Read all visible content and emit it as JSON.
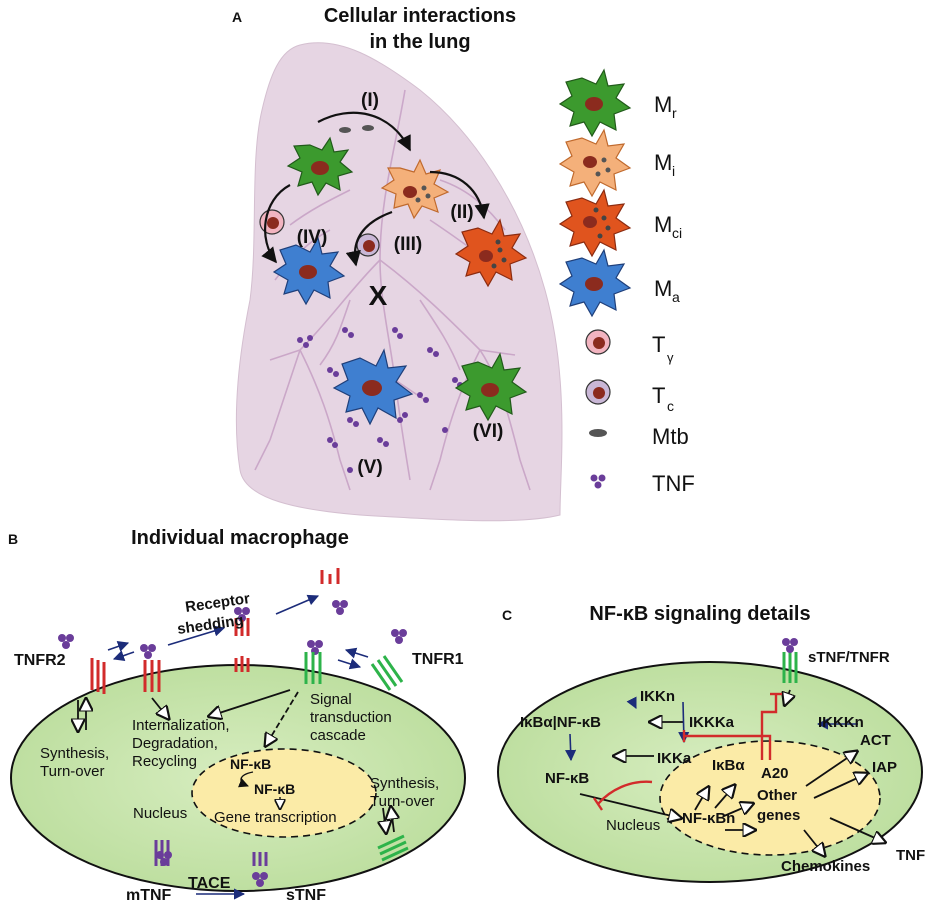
{
  "panel_a": {
    "letter": "A",
    "title_line1": "Cellular interactions",
    "title_line2": "in the lung",
    "stage_labels": [
      "(I)",
      "(II)",
      "(III)",
      "(IV)",
      "(V)",
      "(VI)"
    ],
    "block_mark": "X",
    "legend": [
      {
        "base": "M",
        "sub": "r",
        "icon": "resting-macrophage-icon",
        "color": "#3c9a2e"
      },
      {
        "base": "M",
        "sub": "i",
        "icon": "infected-macrophage-icon",
        "color": "#f4b07a"
      },
      {
        "base": "M",
        "sub": "ci",
        "icon": "chronically-infected-macrophage-icon",
        "color": "#e0541e"
      },
      {
        "base": "M",
        "sub": "a",
        "icon": "activated-macrophage-icon",
        "color": "#3f7fd0"
      },
      {
        "base": "T",
        "sub": "γ",
        "icon": "t-gamma-cell-icon",
        "color": "#f2b4c0"
      },
      {
        "base": "T",
        "sub": "c",
        "icon": "t-c-cell-icon",
        "color": "#c9b7d6"
      },
      {
        "base": "Mtb",
        "sub": "",
        "icon": "mtb-bacteria-icon",
        "color": "#555555"
      },
      {
        "base": "TNF",
        "sub": "",
        "icon": "tnf-trimer-icon",
        "color": "#6a3d9a"
      }
    ]
  },
  "panel_b": {
    "letter": "B",
    "title": "Individual macrophage",
    "receptor_shedding_1": "Receptor",
    "receptor_shedding_2": "shedding",
    "tnfr2": "TNFR2",
    "tnfr1": "TNFR1",
    "synth_left_1": "Synthesis,",
    "synth_left_2": "Turn-over",
    "internalization_1": "Internalization,",
    "internalization_2": "Degradation,",
    "internalization_3": "Recycling",
    "signal_1": "Signal",
    "signal_2": "transduction",
    "signal_3": "cascade",
    "nfkb_cyto": "NF-κB",
    "nfkb_nuc": "NF-κB",
    "gene_transcription": "Gene transcription",
    "nucleus": "Nucleus",
    "synth_right_1": "Synthesis,",
    "synth_right_2": "Turn-over",
    "mtnf": "mTNF",
    "tace": "TACE",
    "stnf": "sTNF"
  },
  "panel_c": {
    "letter": "C",
    "title": "NF-κB signaling details",
    "stnf_tnfr": "sTNF/TNFR",
    "ikkn": "IKKn",
    "ikbа_nfkb": "IκBα|NF-κB",
    "ikkka": "IKKKa",
    "ikkkn": "IKKKn",
    "ikka": "IKKa",
    "nfkb": "NF-κB",
    "ikba": "IκBα",
    "a20": "A20",
    "nfkbn": "NF-κBn",
    "other_genes_1": "Other",
    "other_genes_2": "genes",
    "act": "ACT",
    "iap": "IAP",
    "tnf": "TNF",
    "chemokines": "Chemokines",
    "nucleus": "Nucleus"
  }
}
